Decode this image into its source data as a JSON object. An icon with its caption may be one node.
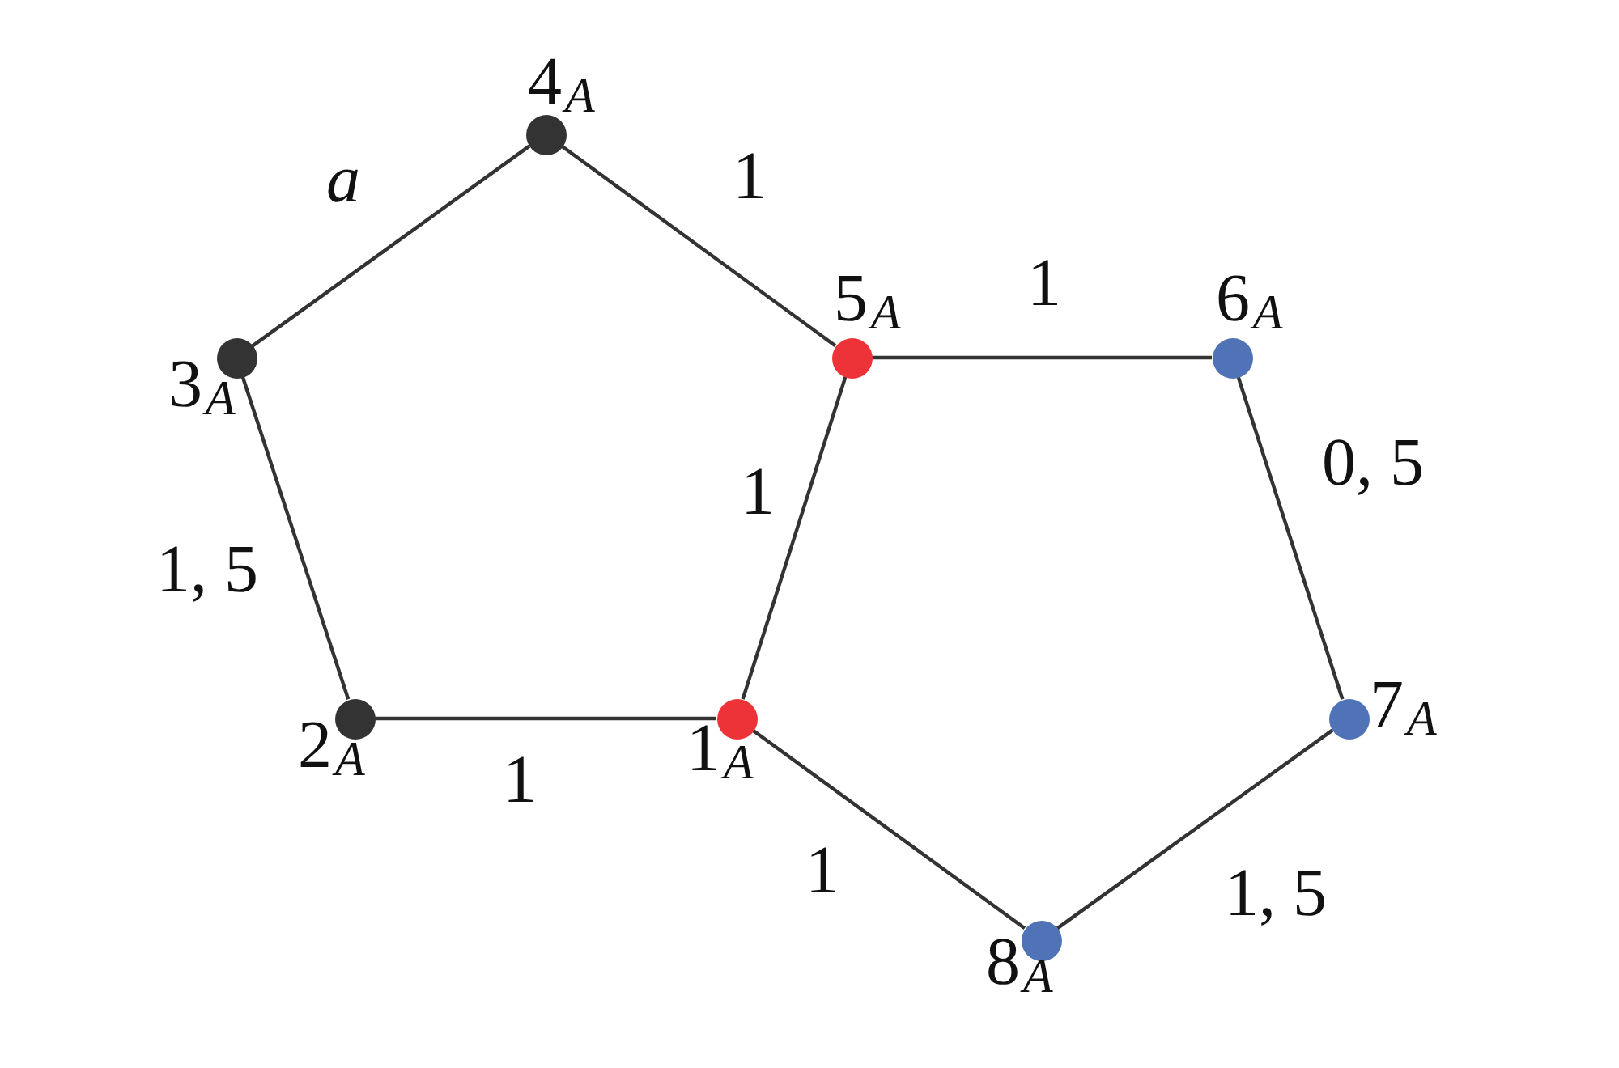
{
  "diagram": {
    "nodes": [
      {
        "text": [],
        "shape": "circle",
        "beside": [
          "1$_{A}$"
        ]
      },
      {
        "text": [],
        "shape": "circle",
        "beside": [
          "2$_{A}$"
        ]
      },
      {
        "text": [],
        "shape": "circle",
        "beside": [
          "3$_{A}$"
        ]
      },
      {
        "text": [],
        "shape": "circle",
        "beside": [
          "4$_{A}$"
        ]
      },
      {
        "text": [],
        "shape": "circle",
        "beside": [
          "5$_{A}$"
        ]
      },
      {
        "text": [],
        "shape": "circle",
        "beside": [
          "6$_{A}$"
        ]
      },
      {
        "text": [],
        "shape": "circle",
        "beside": [
          "7$_{A}$"
        ]
      },
      {
        "text": [],
        "shape": "circle",
        "beside": [
          "8$_{A}$"
        ]
      }
    ],
    "edges": [
      {
        "from": 0,
        "to": 1,
        "arrow": "none",
        "label": "1"
      },
      {
        "from": 1,
        "to": 2,
        "arrow": "none",
        "label": "1, 5"
      },
      {
        "from": 2,
        "to": 3,
        "arrow": "none",
        "label": "a"
      },
      {
        "from": 3,
        "to": 4,
        "arrow": "none",
        "label": "1"
      },
      {
        "from": 4,
        "to": 5,
        "arrow": "none",
        "label": "1"
      },
      {
        "from": 5,
        "to": 6,
        "arrow": "none",
        "label": "0, 5"
      },
      {
        "from": 6,
        "to": 7,
        "arrow": "none",
        "label": "1, 5"
      },
      {
        "from": 7,
        "to": 0,
        "arrow": "none",
        "label": "1"
      },
      {
        "from": 0,
        "to": 4,
        "arrow": "none",
        "label": "1"
      }
    ]
  }
}
